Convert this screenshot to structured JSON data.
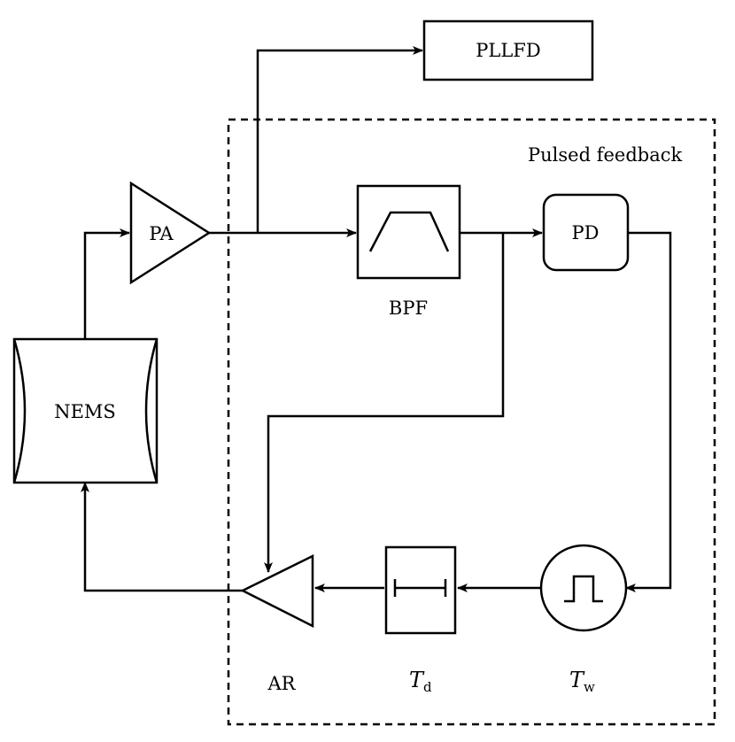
{
  "blocks": {
    "pllfd": "PLLFD",
    "pa": "PA",
    "nems": "NEMS",
    "pd": "PD",
    "bpf": "BPF",
    "ar": "AR",
    "delay": {
      "symbol": "T",
      "subscript": "d"
    },
    "pulse": {
      "symbol": "T",
      "subscript": "w"
    }
  },
  "region": {
    "label": "Pulsed feedback"
  }
}
